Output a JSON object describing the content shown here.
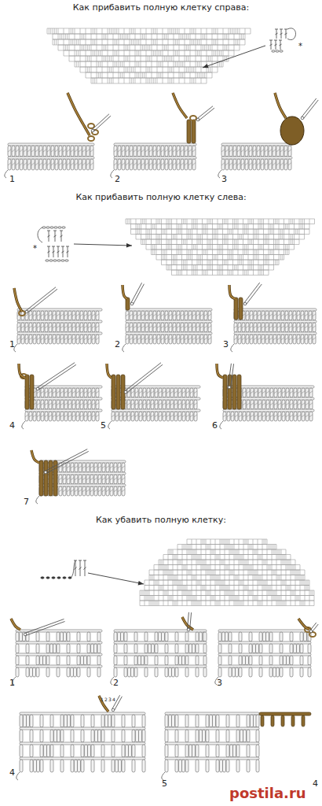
{
  "diagram": {
    "labels": [
      "Как прибавить полную клетку справа:",
      "*",
      "1",
      "2",
      "3",
      "Как прибавить полную клетку слева:",
      "*",
      "1",
      "2",
      "3",
      "4",
      "5",
      "6",
      "7",
      "Как убавить полную клетку:",
      "1",
      "2",
      "3",
      "1",
      "2",
      "3",
      "4",
      "4",
      "5",
      "4",
      "postila.ru"
    ]
  }
}
